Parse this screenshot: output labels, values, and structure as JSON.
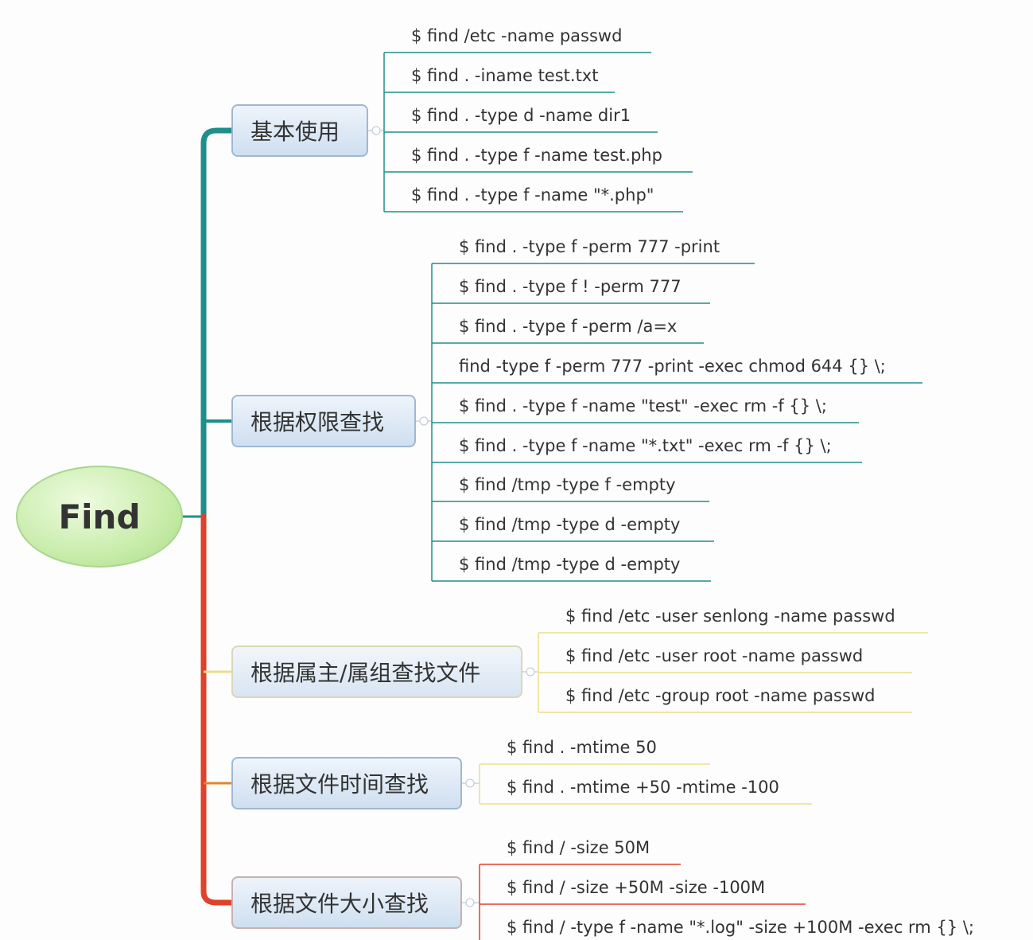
{
  "root": {
    "label": "Find"
  },
  "branches": [
    {
      "label": "基本使用",
      "items": [
        "$ find /etc -name passwd",
        "$ find . -iname test.txt",
        "$ find . -type d -name dir1",
        "$ find . -type f -name test.php",
        "$ find . -type f -name \"*.php\""
      ]
    },
    {
      "label": "根据权限查找",
      "items": [
        "$ find . -type f -perm 777 -print",
        "$ find . -type f ! -perm 777",
        "$ find . -type f -perm /a=x",
        "find -type f -perm 777 -print -exec chmod 644 {} \\;",
        "$ find . -type f -name \"test\" -exec rm -f {} \\;",
        "$ find . -type f -name \"*.txt\" -exec rm -f {} \\;",
        "$ find /tmp -type f -empty",
        "$ find /tmp -type d -empty",
        "$ find /tmp -type d -empty"
      ]
    },
    {
      "label": "根据属主/属组查找文件",
      "items": [
        "$ find /etc -user senlong -name passwd",
        "$ find /etc -user root -name passwd",
        "$ find /etc -group root -name passwd"
      ]
    },
    {
      "label": "根据文件时间查找",
      "items": [
        "$ find . -mtime 50",
        "$ find . -mtime +50 -mtime -100"
      ]
    },
    {
      "label": "根据文件大小查找",
      "items": [
        "$ find / -size 50M",
        "$ find / -size +50M -size -100M",
        "$ find / -type f -name \"*.log\" -size +100M -exec rm {} \\;"
      ]
    }
  ],
  "colors": {
    "teal_line": "#1e8f8a",
    "red_line": "#e0412b",
    "yellow_line": "#ecdf8c",
    "root_fill": "#c8ecaa",
    "branch_fill": "#dce8f5"
  }
}
